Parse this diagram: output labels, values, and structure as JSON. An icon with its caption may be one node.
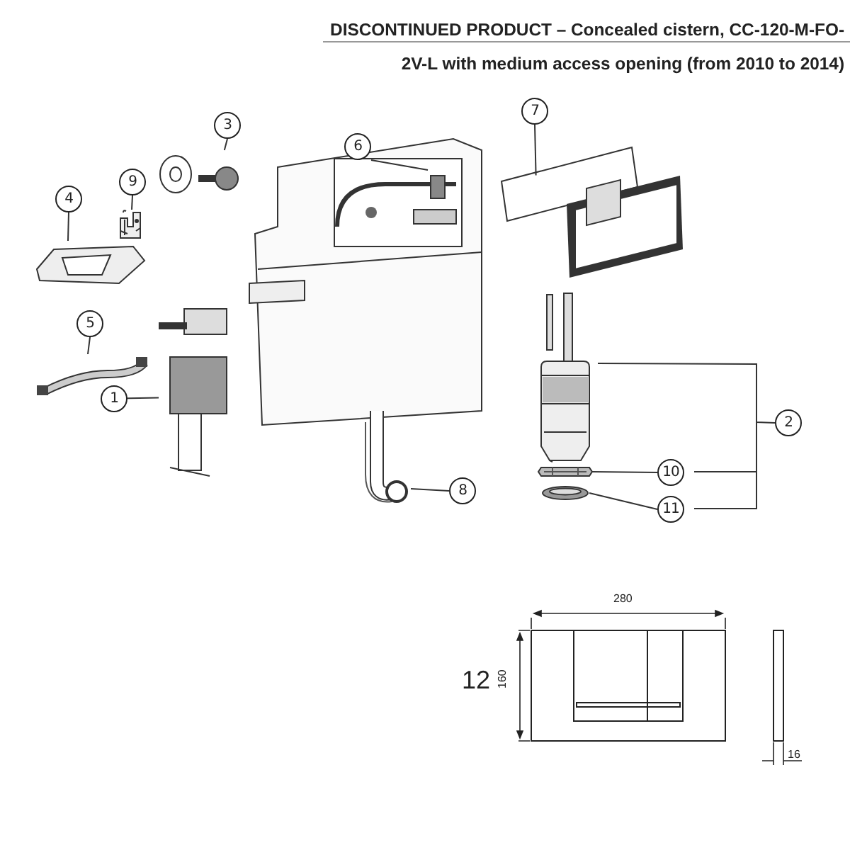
{
  "diagram": {
    "title": "DISCONTINUED PRODUCT – Concealed cistern, CC-120-M-FO-2V-L with medium access opening (from 2010 to 2014)",
    "nodes": [
      {
        "text": [
          "1"
        ]
      },
      {
        "text": [
          "2"
        ]
      },
      {
        "text": [
          "3"
        ]
      },
      {
        "text": [
          "4"
        ]
      },
      {
        "text": [
          "5"
        ]
      },
      {
        "text": [
          "6"
        ]
      },
      {
        "text": [
          "7"
        ]
      },
      {
        "text": [
          "8"
        ]
      },
      {
        "text": [
          "9"
        ]
      },
      {
        "text": [
          "10"
        ]
      },
      {
        "text": [
          "11"
        ]
      },
      {
        "text": [],
        "shape": "picture"
      },
      {
        "text": [],
        "shape": "picture"
      },
      {
        "text": [],
        "shape": "picture"
      },
      {
        "text": [],
        "shape": "picture"
      },
      {
        "text": [],
        "shape": "picture"
      },
      {
        "text": [],
        "shape": "picture"
      },
      {
        "text": [],
        "shape": "picture"
      },
      {
        "text": [],
        "shape": "picture"
      },
      {
        "text": [],
        "shape": "picture"
      },
      {
        "text": [],
        "shape": "picture"
      },
      {
        "text": [],
        "shape": "picture"
      }
    ],
    "edges": [
      {
        "from": 0,
        "to": 11,
        "arrow": "none"
      },
      {
        "from": 1,
        "to": 12,
        "arrow": "none"
      },
      {
        "from": 2,
        "to": 13,
        "arrow": "none"
      },
      {
        "from": 3,
        "to": 14,
        "arrow": "none"
      },
      {
        "from": 4,
        "to": 15,
        "arrow": "none"
      },
      {
        "from": 5,
        "to": 16,
        "arrow": "none"
      },
      {
        "from": 6,
        "to": 17,
        "arrow": "none"
      },
      {
        "from": 7,
        "to": 18,
        "arrow": "none"
      },
      {
        "from": 8,
        "to": 19,
        "arrow": "none"
      },
      {
        "from": 9,
        "to": 20,
        "arrow": "none"
      },
      {
        "from": 10,
        "to": 21,
        "arrow": "none"
      }
    ],
    "labels": [
      "12",
      "280",
      "160",
      "16"
    ]
  }
}
